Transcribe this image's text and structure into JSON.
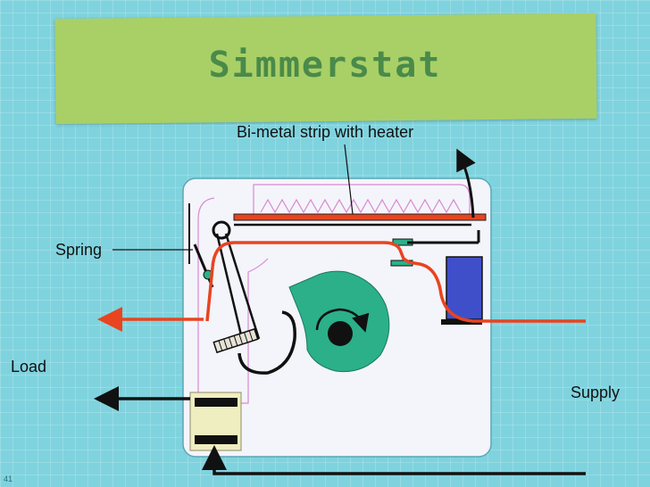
{
  "slide": {
    "title": "Simmerstat",
    "page_number": "41"
  },
  "labels": {
    "bimetal": "Bi-metal strip with heater",
    "spring": "Spring",
    "load": "Load",
    "supply": "Supply"
  },
  "colors": {
    "background": "#7fd3de",
    "banner": "#a9d066",
    "title": "#4a8a4a",
    "device_body": "#f4f4fb",
    "heater_red": "#e84420",
    "cam": "#2bb08a",
    "terminal_block": "#3f4fc9",
    "switch_block": "#efeec0"
  }
}
